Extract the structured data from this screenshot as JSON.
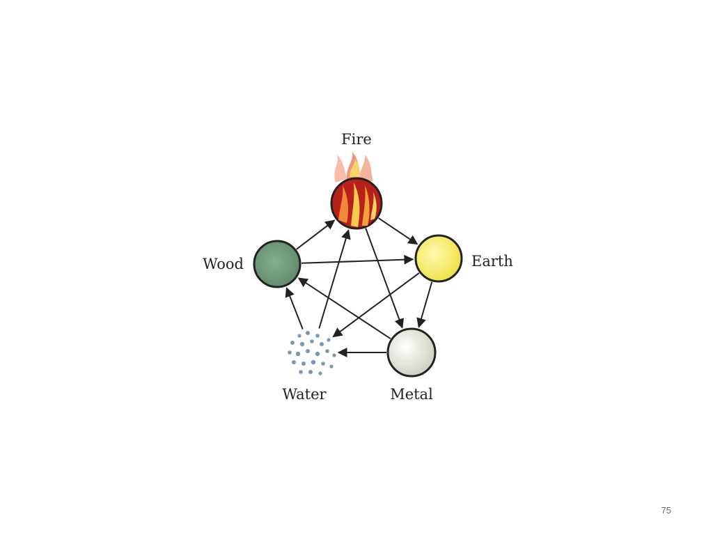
{
  "diagram": {
    "elements": [
      {
        "id": "fire",
        "label": "Fire",
        "color": "#c0261a"
      },
      {
        "id": "earth",
        "label": "Earth",
        "color": "#f4ee5a"
      },
      {
        "id": "metal",
        "label": "Metal",
        "color": "#eeeedf"
      },
      {
        "id": "water",
        "label": "Water",
        "color": "#7a98b4"
      },
      {
        "id": "wood",
        "label": "Wood",
        "color": "#6f9a7c"
      }
    ],
    "generating_cycle": [
      [
        "wood",
        "fire"
      ],
      [
        "fire",
        "earth"
      ],
      [
        "earth",
        "metal"
      ],
      [
        "metal",
        "water"
      ],
      [
        "water",
        "wood"
      ]
    ],
    "controlling_cycle": [
      [
        "wood",
        "earth"
      ],
      [
        "fire",
        "metal"
      ],
      [
        "earth",
        "water"
      ],
      [
        "metal",
        "wood"
      ],
      [
        "water",
        "fire"
      ]
    ]
  },
  "slide": {
    "page_number": "75"
  }
}
